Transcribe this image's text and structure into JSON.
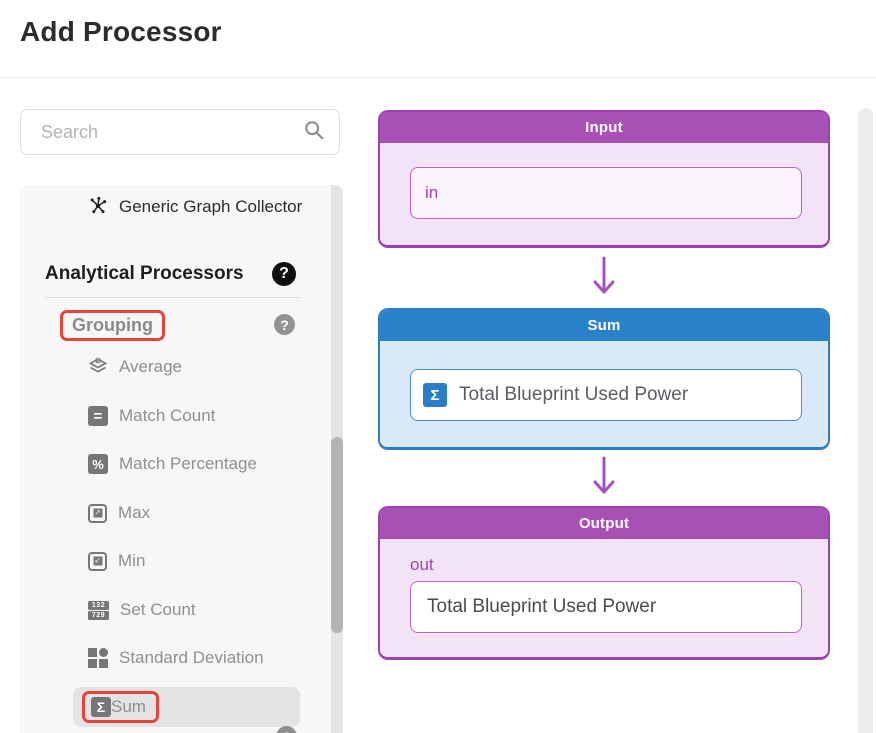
{
  "window": {
    "title": "Add Processor"
  },
  "search": {
    "placeholder": "Search"
  },
  "sidebar": {
    "collector": {
      "label": "Generic Graph Collector"
    },
    "section_header": {
      "label": "Analytical Processors",
      "help_glyph": "?"
    },
    "group_header": {
      "label": "Grouping",
      "help_glyph": "?"
    },
    "items": [
      {
        "label": "Average"
      },
      {
        "label": "Match Count",
        "glyph": "="
      },
      {
        "label": "Match Percentage",
        "glyph": "%"
      },
      {
        "label": "Max",
        "glyph": "↗"
      },
      {
        "label": "Min",
        "glyph": "↙"
      },
      {
        "label": "Set Count",
        "digits_top": "132",
        "digits_bottom": "729"
      },
      {
        "label": "Standard Deviation"
      },
      {
        "label": "Sum",
        "glyph": "Σ",
        "selected": true
      }
    ],
    "partial_help_glyph": "?"
  },
  "flow": {
    "input_node": {
      "title": "Input",
      "port_value": "in"
    },
    "sum_node": {
      "title": "Sum",
      "icon_glyph": "Σ",
      "field_value": "Total Blueprint Used Power"
    },
    "output_node": {
      "title": "Output",
      "port_label": "out",
      "field_value": "Total Blueprint Used Power"
    }
  },
  "colors": {
    "purple_header": "#a751b5",
    "purple_border": "#9d3fae",
    "purple_body": "#f2e3f6",
    "blue_header": "#2c82ca",
    "blue_body": "#d9e8f6",
    "annotation_red": "#e5433e",
    "arrow_purple": "#a94fbc",
    "selected_row_bg": "#e3e3e3"
  }
}
